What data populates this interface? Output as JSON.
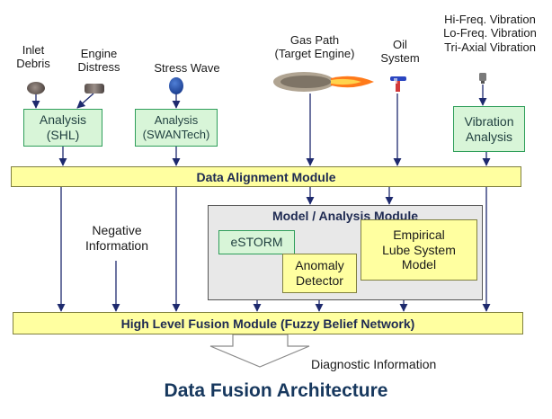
{
  "sources": {
    "inlet_debris": "Inlet\nDebris",
    "engine_distress": "Engine\nDistress",
    "stress_wave": "Stress Wave",
    "gas_path": "Gas Path\n(Target Engine)",
    "oil_system": "Oil\nSystem",
    "vibration_types": "Hi-Freq. Vibration\nLo-Freq. Vibration\nTri-Axial Vibration"
  },
  "analysis": {
    "shl": "Analysis\n(SHL)",
    "swantech": "Analysis\n(SWANTech)",
    "vibration": "Vibration\nAnalysis"
  },
  "modules": {
    "data_alignment": "Data Alignment Module",
    "model_analysis": "Model / Analysis Module",
    "estorm": "eSTORM",
    "anomaly_detector": "Anomaly\nDetector",
    "empirical_lube": "Empirical\nLube System\nModel",
    "high_level_fusion": "High Level Fusion Module (Fuzzy Belief Network)"
  },
  "labels": {
    "negative_information": "Negative\nInformation",
    "diagnostic_information": "Diagnostic Information"
  },
  "title": "Data Fusion Architecture",
  "colors": {
    "box_green_fill": "#d8f5d8",
    "box_green_border": "#2f9e5a",
    "box_yellow_fill": "#ffffa0",
    "panel_fill": "#e8e8e8",
    "arrow": "#1e2a6e",
    "title": "#17385e"
  }
}
